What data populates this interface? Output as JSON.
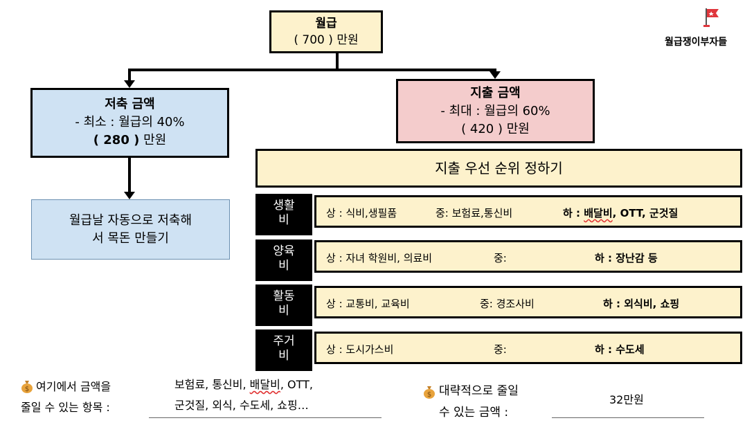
{
  "brand": {
    "name": "월급쟁이부자들"
  },
  "salary": {
    "title": "월급",
    "amount_open": "( 700  )",
    "unit": "만원"
  },
  "savings": {
    "title": "저축 금액",
    "min_line": "- 최소 : 월급의 40%",
    "amount_open": "(   280 )",
    "unit": "만원"
  },
  "spending": {
    "title": "지출 금액",
    "max_line": "- 최대 : 월급의 60%",
    "amount_open": "(    420   )",
    "unit": "만원"
  },
  "autosave": {
    "line1": "월급날 자동으로 저축해",
    "line2": "서 목돈 만들기"
  },
  "priority": {
    "title": "지출 우선 순위 정하기"
  },
  "categories": [
    {
      "name_line1": "생활",
      "name_line2": "비",
      "high": "상 :  식비,생필품",
      "mid": "중:  보험료,통신비",
      "low_prefix": "하 : ",
      "low_spell": "배달비",
      "low_rest": ", OTT, 군것질"
    },
    {
      "name_line1": "양육",
      "name_line2": "비",
      "high": "상 : 자녀 학원비, 의료비",
      "mid": "중:",
      "low_prefix": "하 : 장난감 등",
      "low_spell": "",
      "low_rest": ""
    },
    {
      "name_line1": "활동",
      "name_line2": "비",
      "high": "상 :  교통비, 교육비",
      "mid": "중:  경조사비",
      "low_prefix": "하 : 외식비, 쇼핑",
      "low_spell": "",
      "low_rest": ""
    },
    {
      "name_line1": "주거",
      "name_line2": "비",
      "high": "상 :  도시가스비",
      "mid": "중:",
      "low_prefix": "하 : 수도세",
      "low_spell": "",
      "low_rest": ""
    }
  ],
  "footer": {
    "left_label_line1": "여기에서 금액을",
    "left_label_line2": "줄일 수 있는 항목 :",
    "items_line1_a": "보험료, 통신비, ",
    "items_line1_spell": "배달비",
    "items_line1_b": ", OTT,",
    "items_line2": "군것질, 외식, 수도세, 쇼핑…",
    "right_label_line1": "대략적으로 줄일",
    "right_label_line2": "수 있는 금액 :",
    "amount": "32만원"
  },
  "colors": {
    "yellow_box": "#fdf2cc",
    "blue_box": "#cfe2f3",
    "pink_box": "#f4cccc",
    "category_bg": "#000000",
    "money_bag": "#e8a33c"
  },
  "icons": [
    "flag-icon",
    "money-bag-icon"
  ]
}
